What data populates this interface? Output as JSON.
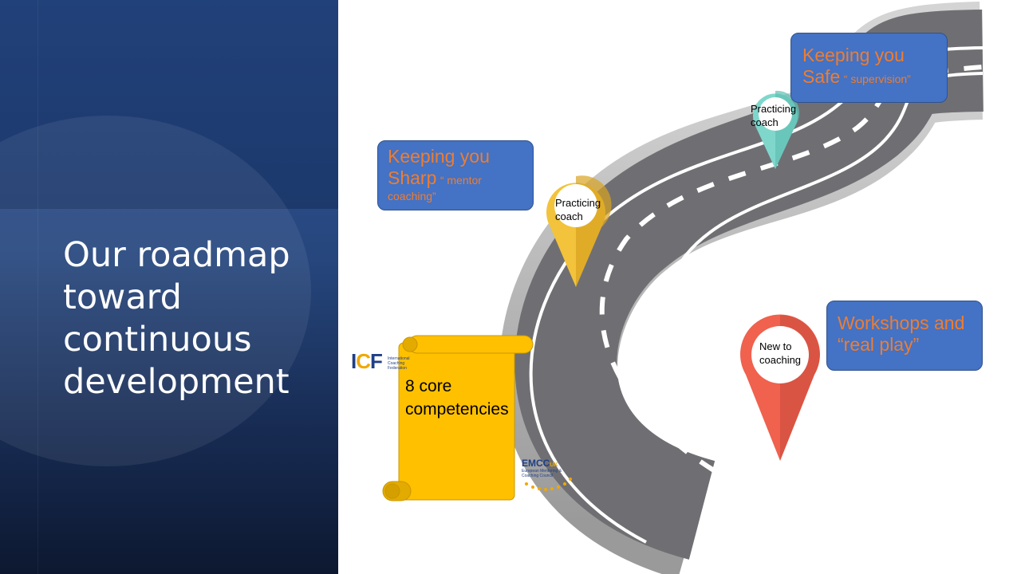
{
  "slide": {
    "title": "Our roadmap toward continuous development"
  },
  "callouts": {
    "sharp": {
      "main": "Keeping you Sharp",
      "sub": "“ mentor coaching”"
    },
    "safe": {
      "main": "Keeping you Safe",
      "sub": "“ supervision”"
    },
    "workshops": {
      "main": "Workshops and “real play”"
    }
  },
  "pins": {
    "new": {
      "label": "New to coaching",
      "color": "#f0614e"
    },
    "practicing_mid": {
      "label": "Practicing coach",
      "color": "#f2c33b"
    },
    "practicing_top": {
      "label": "Practicing coach",
      "color": "#7fd7cc"
    }
  },
  "scroll": {
    "text": "8 core competencies",
    "color": "#ffc000"
  },
  "logos": {
    "icf": {
      "letters": "ICF",
      "name": "International Coaching Federation"
    },
    "emcc": {
      "letters": "EMCC",
      "suffix": "UK",
      "name": "European Mentoring & Coaching Council"
    }
  },
  "colors": {
    "callout_fill": "#4472c4",
    "callout_text": "#ed7d31",
    "road": "#6f6f73",
    "panel": "#2f5597"
  }
}
